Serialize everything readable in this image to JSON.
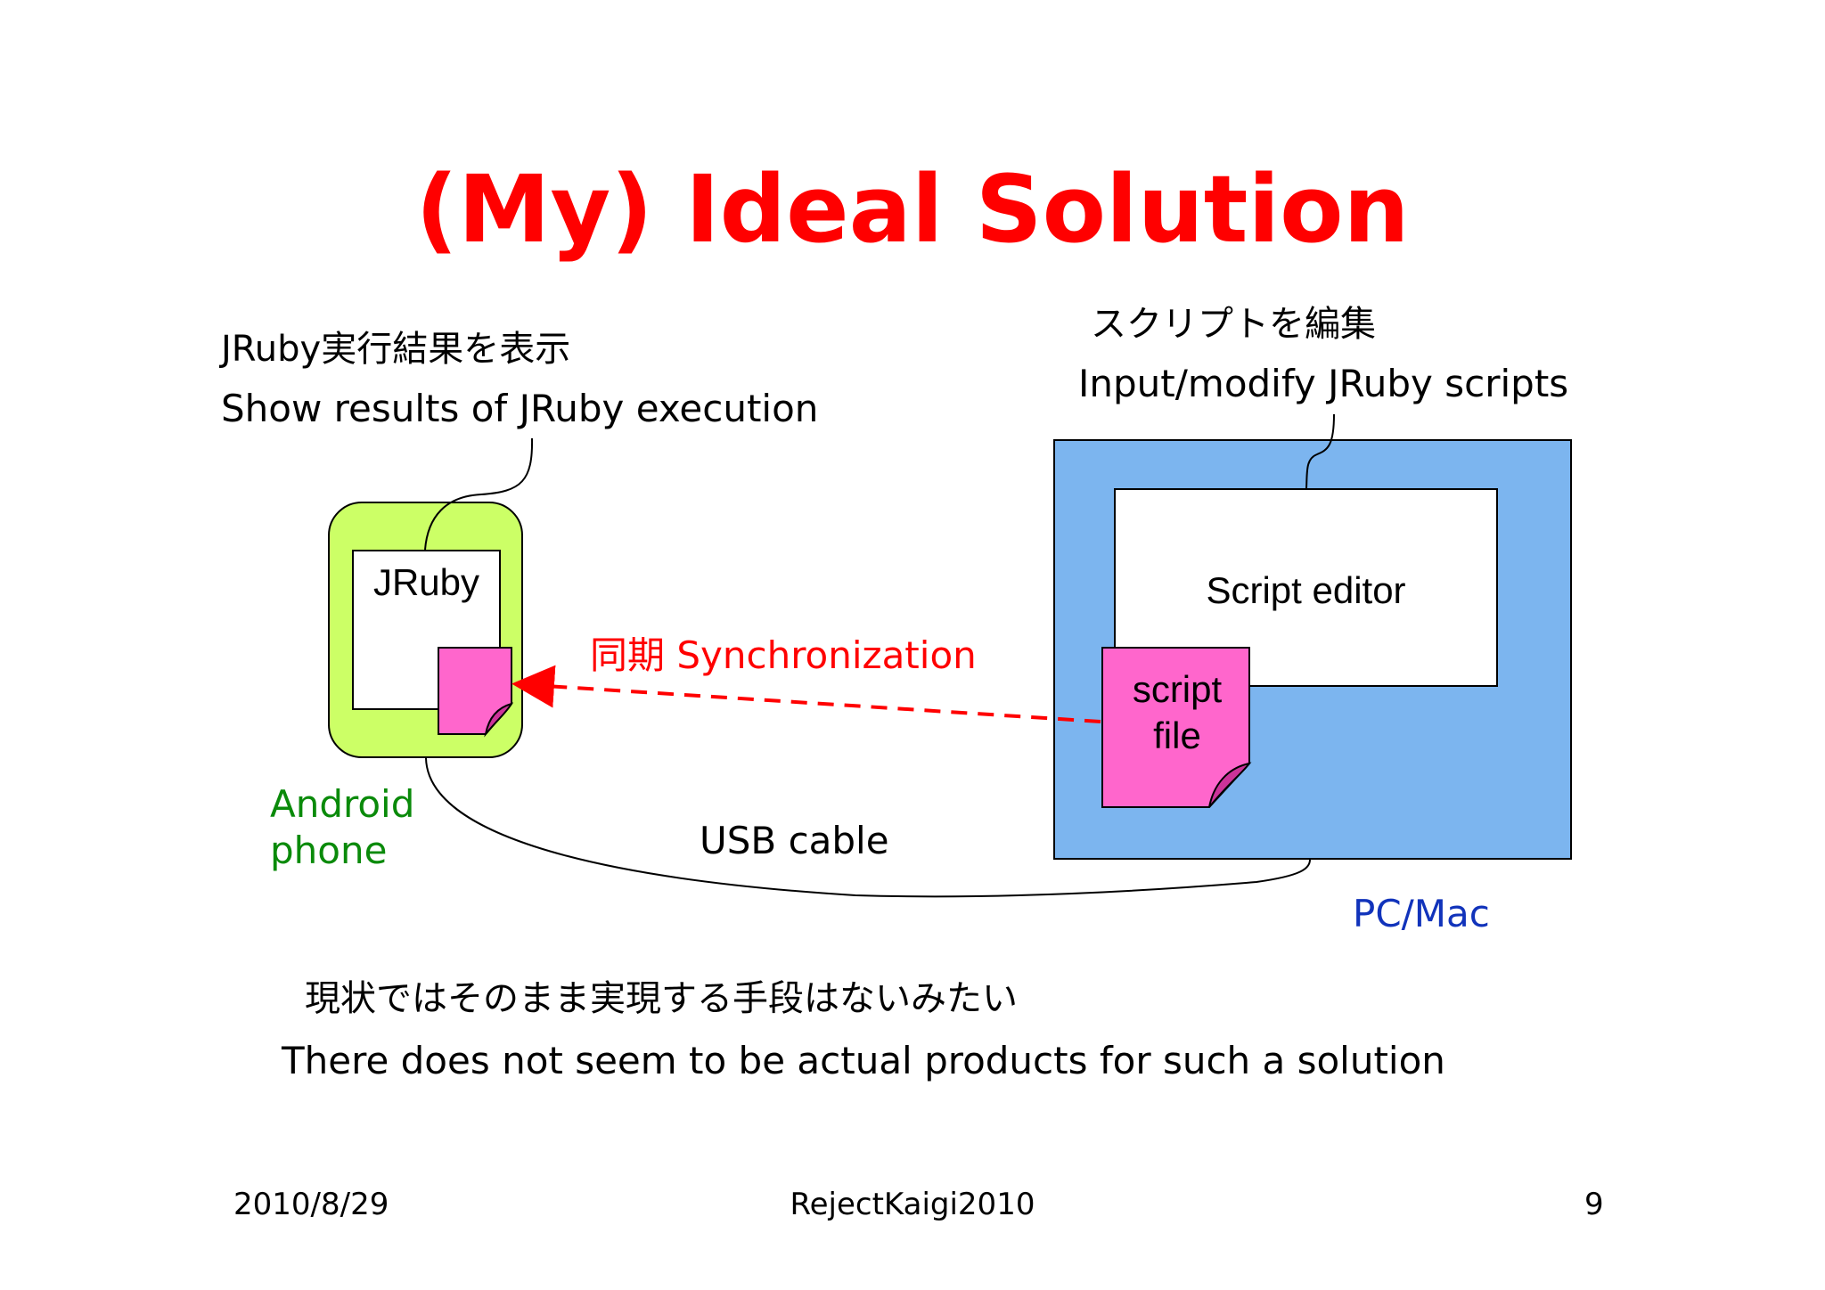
{
  "slide": {
    "title": "(My) Ideal Solution"
  },
  "phone": {
    "caption_jp": "JRuby実行結果を表示",
    "caption_en": "Show results of JRuby execution",
    "screen_label": "JRuby",
    "device_label_line1": "Android",
    "device_label_line2": "phone",
    "body_color": "#ccff66"
  },
  "pc": {
    "caption_jp": "スクリプトを編集",
    "caption_en": "Input/modify JRuby scripts",
    "editor_label": "Script editor",
    "script_file_label_line1": "script",
    "script_file_label_line2": "file",
    "device_label": "PC/Mac",
    "body_color": "#7cb5ef",
    "file_color": "#ff66cc"
  },
  "connections": {
    "sync_label": "同期 Synchronization",
    "usb_label": "USB cable",
    "sync_color": "#ff0000"
  },
  "conclusion": {
    "jp": "現状ではそのまま実現する手段はないみたい",
    "en": "There does not seem to be actual products for such a solution"
  },
  "footer": {
    "date": "2010/8/29",
    "event": "RejectKaigi2010",
    "page": "9"
  }
}
